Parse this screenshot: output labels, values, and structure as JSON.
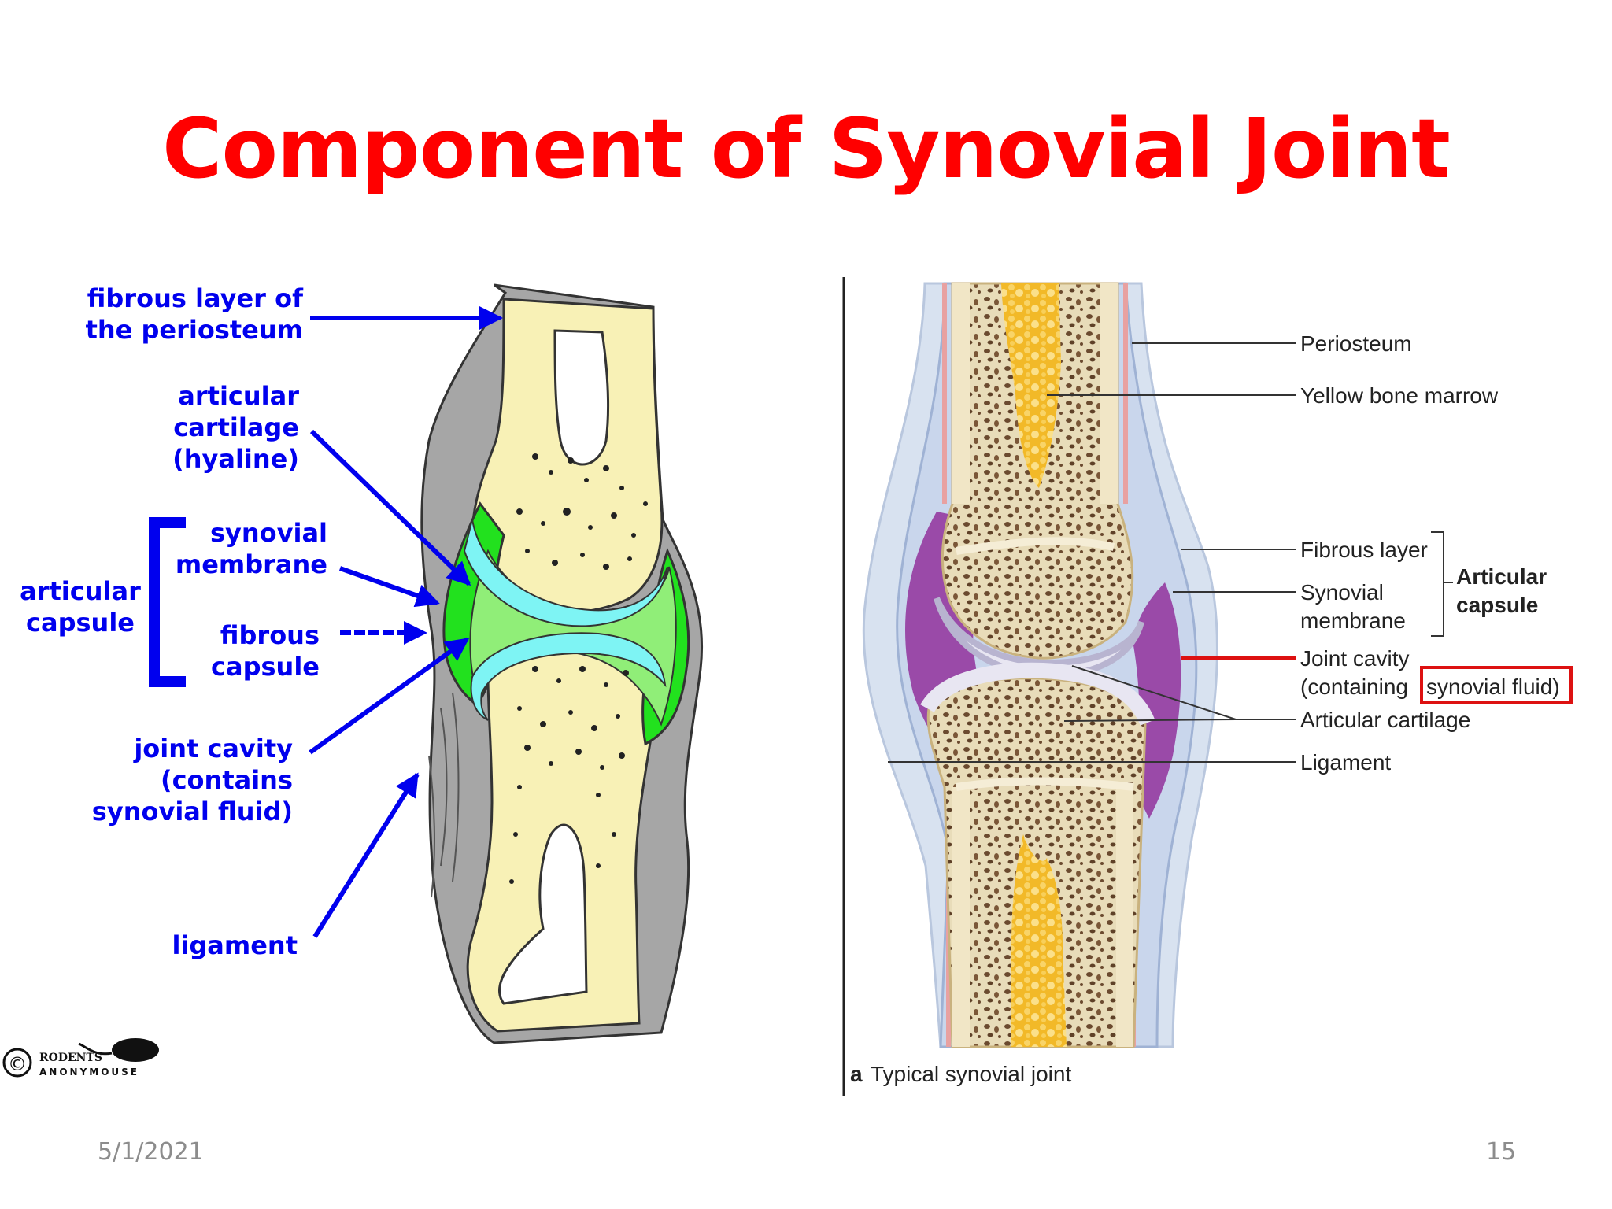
{
  "slide": {
    "title": "Component of Synovial Joint",
    "date": "5/1/2021",
    "page_number": "15"
  },
  "left_diagram": {
    "labels": {
      "periosteum_line1": "fibrous layer of",
      "periosteum_line2": "the periosteum",
      "cartilage_line1": "articular",
      "cartilage_line2": "cartilage",
      "cartilage_line3": "(hyaline)",
      "synovial_line1": "synovial",
      "synovial_line2": "membrane",
      "capsule_line1": "articular",
      "capsule_line2": "capsule",
      "fibrous_line1": "fibrous",
      "fibrous_line2": "capsule",
      "cavity_line1": "joint cavity",
      "cavity_line2": "(contains",
      "cavity_line3": "synovial fluid)",
      "ligament": "ligament"
    },
    "logo": {
      "symbol": "©",
      "line1": "RODENTS",
      "line2": "ANONYMOUSE"
    },
    "colors": {
      "label": "#0000ee",
      "bone": "#f8f1b6",
      "capsule": "#a6a6a6",
      "membrane": "#22e11e",
      "cartilage": "#7ef4f4"
    }
  },
  "right_diagram": {
    "labels": {
      "periosteum": "Periosteum",
      "marrow": "Yellow bone marrow",
      "fibrous_layer": "Fibrous layer",
      "synovial_line1": "Synovial",
      "synovial_line2": "membrane",
      "capsule_line1": "Articular",
      "capsule_line2": "capsule",
      "cavity_line1": "Joint cavity",
      "cavity_line2": "(containing",
      "cavity_line3": "synovial fluid)",
      "cartilage": "Articular cartilage",
      "ligament": "Ligament",
      "caption_letter": "a",
      "caption_text": "Typical synovial joint"
    },
    "colors": {
      "highlight": "#dd1111",
      "cavity": "#9a4aa8",
      "marrow": "#f5c842",
      "bone": "#efe4c4"
    }
  }
}
